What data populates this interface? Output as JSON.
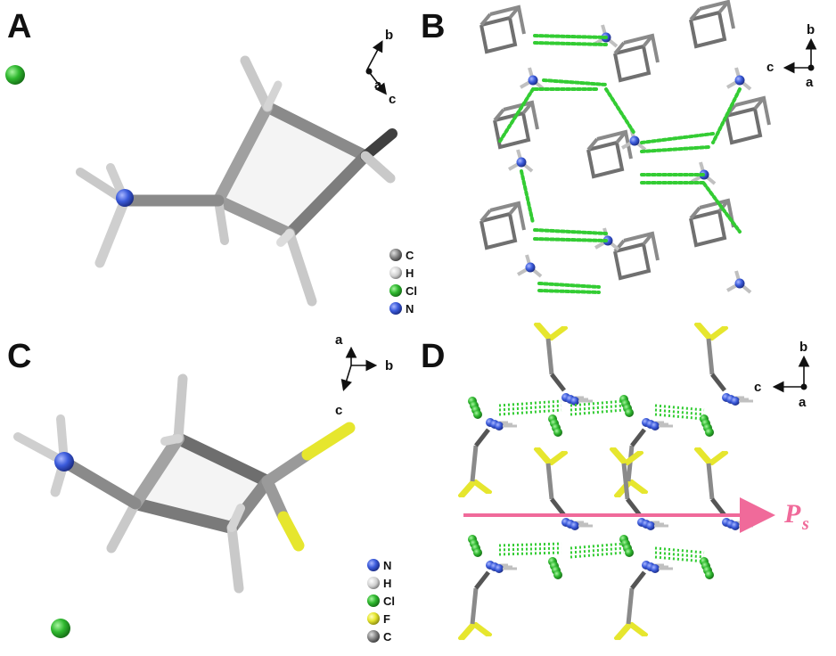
{
  "panels": {
    "A": {
      "label": "A",
      "axes": {
        "b": "b",
        "a": "a",
        "c": "c"
      },
      "legend": [
        {
          "text": "C",
          "color": "#7c7c7c"
        },
        {
          "text": "H",
          "color": "#d6d6d6"
        },
        {
          "text": "Cl",
          "color": "#2fb82f"
        },
        {
          "text": "N",
          "color": "#3b5bdb"
        }
      ]
    },
    "B": {
      "label": "B",
      "axes": {
        "b": "b",
        "c": "c",
        "a": "a"
      }
    },
    "C": {
      "label": "C",
      "axes": {
        "a": "a",
        "b": "b",
        "c": "c"
      },
      "legend": [
        {
          "text": "N",
          "color": "#3b5bdb"
        },
        {
          "text": "H",
          "color": "#d6d6d6"
        },
        {
          "text": "Cl",
          "color": "#2fb82f"
        },
        {
          "text": "F",
          "color": "#e6e62e"
        },
        {
          "text": "C",
          "color": "#7c7c7c"
        }
      ]
    },
    "D": {
      "label": "D",
      "axes": {
        "b": "b",
        "c": "c",
        "a": "a"
      },
      "arrow_label": "P",
      "arrow_sub": "s",
      "arrow_color": "#f06a9a"
    }
  },
  "colors": {
    "carbon": "#8a8a8a",
    "hydrogen": "#cfcfcf",
    "chlorine": "#2fb82f",
    "nitrogen": "#3b5bdb",
    "fluorine": "#e6e62e",
    "hbond": "#33cc33"
  }
}
